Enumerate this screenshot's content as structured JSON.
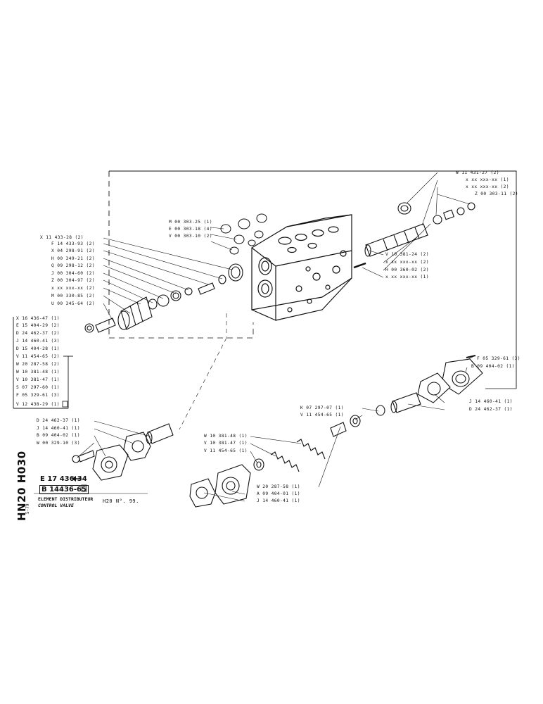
{
  "side_code": "HN20 H030",
  "page_code": "5-79",
  "title_fr": "ELEMENT DISTRIBUTEUR",
  "title_en": "CONTROL VALVE",
  "model": "H20 N°. 99.",
  "refs": {
    "primary": "E 17 436-34",
    "secondary": "B 14436-65"
  },
  "labels": {
    "top_right": [
      "W 11 431-27 (2)",
      "x xx xxx-xx (1)",
      "x xx xxx-xx (2)",
      "Z 00 303-11 (2)"
    ],
    "spool": [
      "V 10 381-24 (2)",
      "x xx xxx-xx (2)",
      "H 00 360-02 (2)",
      "x xx xxx-xx (1)"
    ],
    "body_seals": [
      "M 00 303-25 (1)",
      "E 00 303-18 (4)",
      "V 00 303-10 (2)"
    ],
    "left_stack": [
      "X 11 433-28 (2)",
      "F 14 433-93 (2)",
      "X 04 298-91 (2)",
      "H 00 349-21 (2)",
      "Q 09 298-12 (2)",
      "J 00 304-60 (2)",
      "Z 00 304-97 (2)",
      "x xx xxx-xx (2)",
      "M 00 330-85 (2)",
      "U 00 345-64 (2)"
    ],
    "kit_list": [
      "X 16 436-47 (1)",
      "E 15 404-29 (2)",
      "D 24 462-37 (2)",
      "J 14 460-41 (3)",
      "D 15 404-28 (1)",
      "V 11 454-65 (2)",
      "W 20 287-58 (2)",
      "W 10 381-48 (1)",
      "V 10 381-47 (1)",
      "S 07 297-60 (1)",
      "F 05 329-61 (3)",
      "V 12 438-29 (1)"
    ],
    "lower_left": [
      "D 24 462-37 (1)",
      "J 14 460-41 (1)",
      "B 09 404-02 (1)",
      "W 00 329-10 (3)"
    ],
    "right_cap": [
      "F 05 329-61 (3)",
      "B 09 404-02 (1)"
    ],
    "right_lower": [
      "J 14 460-41 (1)",
      "D 24 462-37 (1)"
    ],
    "middle": [
      "K 07 297-07 (1)",
      "V 11 454-65 (1)"
    ],
    "springs": [
      "W 10 381-48 (1)",
      "V 10 381-47 (1)",
      "V 11 454-65 (1)"
    ],
    "bottom_center": [
      "W 20 287-58 (1)",
      "A 09 404-01 (1)",
      "J 14 460-41 (1)"
    ]
  }
}
